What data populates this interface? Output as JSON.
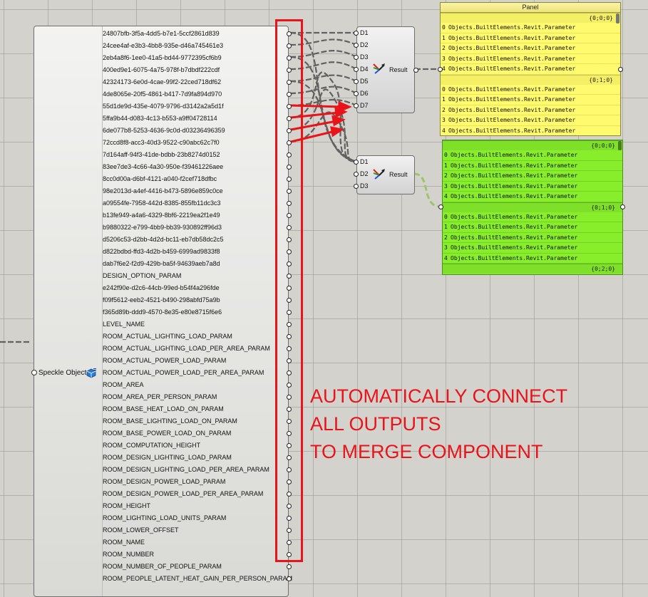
{
  "expand_component": {
    "input_label": "Speckle Object",
    "input_icon": "speckle-cube-icon",
    "outputs": [
      "24807bfb-3f5a-4dd5-b7e1-5ccf2861d839",
      "24cee4af-e3b3-4bb8-935e-d46a745461e3",
      "2eb4a8f6-1ee0-41a5-bd44-9772395cf6b9",
      "400ed9e1-6075-4a75-978f-b7dbdf222cdf",
      "42324173-6e0d-4cae-99f2-22ced718df62",
      "4de8065e-20f5-4861-b417-7d9fa894d970",
      "55d1de9d-435e-4079-9796-d3142a2a5d1f",
      "5ffa9b44-d083-4c13-b553-a9ff04728114",
      "6de077b8-5253-4636-9c0d-d03236496359",
      "72ccd8f8-acc3-40d3-9522-c90abc62c7f0",
      "7d164aff-94f3-41de-bdbb-23b8274d0152",
      "83ee7de3-4c66-4a30-950e-f39461226aee",
      "8cc0d00a-d6bf-4121-a040-f2cef718dfbc",
      "98e2013d-a4ef-4416-b473-5896e859c0ce",
      "a09554fe-7958-442d-8385-855fb11dc3c3",
      "b13fe949-a4a6-4329-8bf6-2219ea2f1e49",
      "b9880322-e799-4bb9-bb39-930892ff96d3",
      "d5206c53-d2bb-4d2d-bc11-eb7db58dc2c5",
      "d822bdbd-ffd3-4d2b-b459-6999ad9833f8",
      "dab7f6e2-f2d9-429b-ba5f-94639aeb7a8d",
      "DESIGN_OPTION_PARAM",
      "e242f90e-d2c6-44cb-99ed-b54f4a296fde",
      "f09f5612-eeb2-4521-b490-298abfd75a9b",
      "f365d89b-ddd9-4570-8e35-e80e8715f6e6",
      "LEVEL_NAME",
      "ROOM_ACTUAL_LIGHTING_LOAD_PARAM",
      "ROOM_ACTUAL_LIGHTING_LOAD_PER_AREA_PARAM",
      "ROOM_ACTUAL_POWER_LOAD_PARAM",
      "ROOM_ACTUAL_POWER_LOAD_PER_AREA_PARAM",
      "ROOM_AREA",
      "ROOM_AREA_PER_PERSON_PARAM",
      "ROOM_BASE_HEAT_LOAD_ON_PARAM",
      "ROOM_BASE_LIGHTING_LOAD_ON_PARAM",
      "ROOM_BASE_POWER_LOAD_ON_PARAM",
      "ROOM_COMPUTATION_HEIGHT",
      "ROOM_DESIGN_LIGHTING_LOAD_PARAM",
      "ROOM_DESIGN_LIGHTING_LOAD_PER_AREA_PARAM",
      "ROOM_DESIGN_POWER_LOAD_PARAM",
      "ROOM_DESIGN_POWER_LOAD_PER_AREA_PARAM",
      "ROOM_HEIGHT",
      "ROOM_LIGHTING_LOAD_UNITS_PARAM",
      "ROOM_LOWER_OFFSET",
      "ROOM_NAME",
      "ROOM_NUMBER",
      "ROOM_NUMBER_OF_PEOPLE_PARAM",
      "ROOM_PEOPLE_LATENT_HEAT_GAIN_PER_PERSON_PARAM"
    ]
  },
  "merge1": {
    "inputs": [
      "D1",
      "D2",
      "D3",
      "D4",
      "D5",
      "D6",
      "D7"
    ],
    "output": "Result",
    "icon": "merge-icon"
  },
  "merge2": {
    "inputs": [
      "D1",
      "D2",
      "D3"
    ],
    "output": "Result",
    "icon": "merge-icon"
  },
  "panel_yellow": {
    "title": "Panel",
    "groups": [
      {
        "path": "{0;0;0}",
        "items": [
          "Objects.BuiltElements.Revit.Parameter",
          "Objects.BuiltElements.Revit.Parameter",
          "Objects.BuiltElements.Revit.Parameter",
          "Objects.BuiltElements.Revit.Parameter",
          "Objects.BuiltElements.Revit.Parameter"
        ]
      },
      {
        "path": "{0;1;0}",
        "items": [
          "Objects.BuiltElements.Revit.Parameter",
          "Objects.BuiltElements.Revit.Parameter",
          "Objects.BuiltElements.Revit.Parameter",
          "Objects.BuiltElements.Revit.Parameter",
          "Objects.BuiltElements.Revit.Parameter"
        ]
      }
    ]
  },
  "panel_green": {
    "groups": [
      {
        "path": "{0;0;0}",
        "items": [
          "Objects.BuiltElements.Revit.Parameter",
          "Objects.BuiltElements.Revit.Parameter",
          "Objects.BuiltElements.Revit.Parameter",
          "Objects.BuiltElements.Revit.Parameter",
          "Objects.BuiltElements.Revit.Parameter"
        ]
      },
      {
        "path": "{0;1;0}",
        "items": [
          "Objects.BuiltElements.Revit.Parameter",
          "Objects.BuiltElements.Revit.Parameter",
          "Objects.BuiltElements.Revit.Parameter",
          "Objects.BuiltElements.Revit.Parameter",
          "Objects.BuiltElements.Revit.Parameter"
        ]
      },
      {
        "path": "{0;2;0}",
        "items": []
      }
    ]
  },
  "annotation": {
    "lines": [
      "AUTOMATICALLY CONNECT",
      "ALL OUTPUTS",
      "TO MERGE COMPONENT"
    ],
    "color": "#e8141a"
  }
}
